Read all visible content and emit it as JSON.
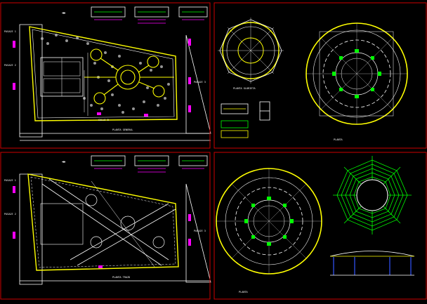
{
  "colors": {
    "background": "#000000",
    "frame": "#cc0000",
    "line_white": "#ffffff",
    "line_yellow": "#ffff00",
    "line_green": "#00ff00",
    "line_magenta": "#ff00ff",
    "line_blue": "#3355ff"
  },
  "sheets": {
    "top_left": {
      "labels": {
        "street_left_a": "PASAJE 1",
        "street_left_b": "PASAJE 2",
        "street_right": "PASAJE 3",
        "street_bottom": "CALLE 8",
        "plan_title": "PLANTA GENERAL"
      }
    },
    "bottom_left": {
      "labels": {
        "street_left_a": "PASAJE 1",
        "street_left_b": "PASAJE 2",
        "street_right": "PASAJE 3",
        "plan_title": "PLANTA TRAZO"
      }
    },
    "top_right": {
      "labels": {
        "detail_title": "PLANTA GLORIETA",
        "title": "PLANTA"
      }
    },
    "bottom_right": {
      "labels": {
        "title": "PLANTA"
      }
    }
  }
}
